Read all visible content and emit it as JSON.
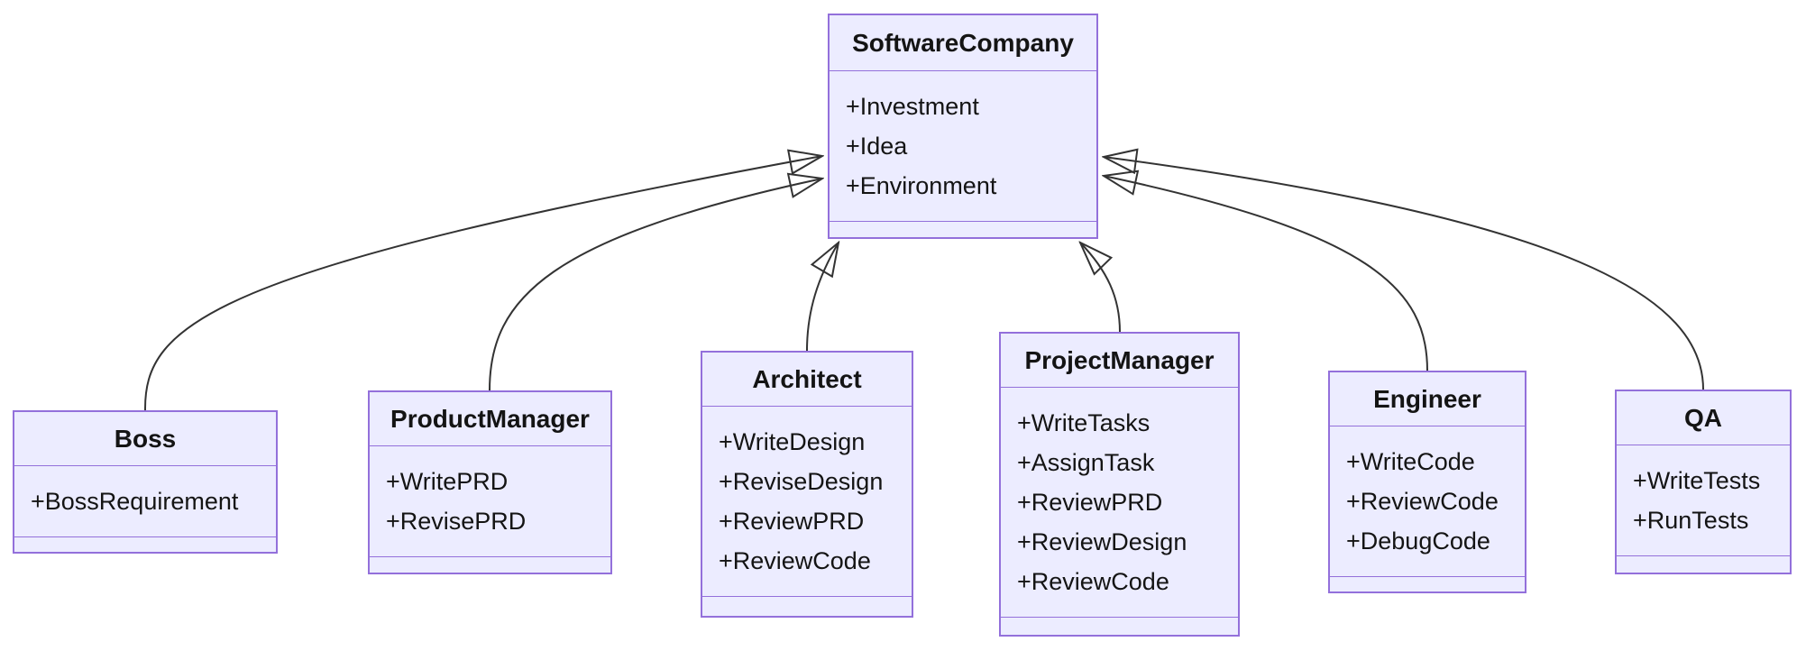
{
  "diagram_type": "uml-class-diagram",
  "classes": [
    {
      "name": "SoftwareCompany",
      "members": [
        "+Investment",
        "+Idea",
        "+Environment"
      ]
    },
    {
      "name": "Boss",
      "members": [
        "+BossRequirement"
      ]
    },
    {
      "name": "ProductManager",
      "members": [
        "+WritePRD",
        "+RevisePRD"
      ]
    },
    {
      "name": "Architect",
      "members": [
        "+WriteDesign",
        "+ReviseDesign",
        "+ReviewPRD",
        "+ReviewCode"
      ]
    },
    {
      "name": "ProjectManager",
      "members": [
        "+WriteTasks",
        "+AssignTask",
        "+ReviewPRD",
        "+ReviewDesign",
        "+ReviewCode"
      ]
    },
    {
      "name": "Engineer",
      "members": [
        "+WriteCode",
        "+ReviewCode",
        "+DebugCode"
      ]
    },
    {
      "name": "QA",
      "members": [
        "+WriteTests",
        "+RunTests"
      ]
    }
  ],
  "relationships": [
    {
      "from": "Boss",
      "to": "SoftwareCompany",
      "type": "inheritance"
    },
    {
      "from": "ProductManager",
      "to": "SoftwareCompany",
      "type": "inheritance"
    },
    {
      "from": "Architect",
      "to": "SoftwareCompany",
      "type": "inheritance"
    },
    {
      "from": "ProjectManager",
      "to": "SoftwareCompany",
      "type": "inheritance"
    },
    {
      "from": "Engineer",
      "to": "SoftwareCompany",
      "type": "inheritance"
    },
    {
      "from": "QA",
      "to": "SoftwareCompany",
      "type": "inheritance"
    }
  ],
  "colors": {
    "node_fill": "#ECECFF",
    "node_border": "#9370DB",
    "edge_line": "#333333",
    "text": "#141414",
    "background": "#FFFFFF"
  }
}
